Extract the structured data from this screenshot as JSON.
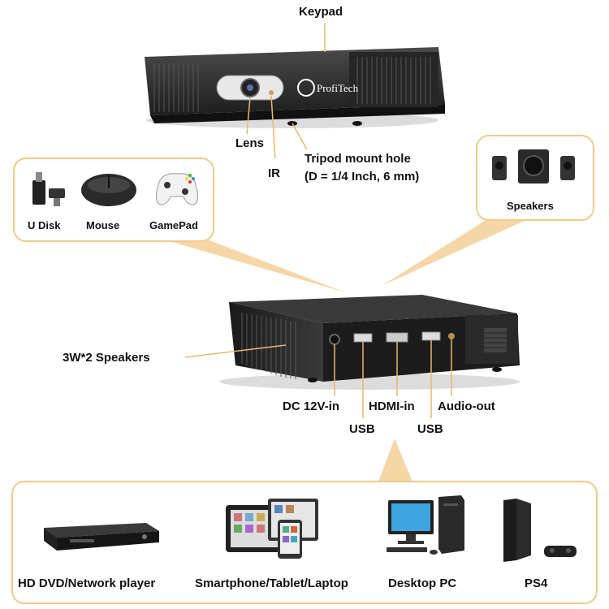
{
  "top_device": {
    "brand": "ProfiTech",
    "callouts": {
      "keypad": "Keypad",
      "lens": "Lens",
      "ir": "IR",
      "tripod_line1": "Tripod mount hole",
      "tripod_line2": "(D = 1/4 Inch, 6 mm)"
    }
  },
  "usb_peripherals": [
    {
      "label": "U Disk",
      "icon": "usb-disk-icon"
    },
    {
      "label": "Mouse",
      "icon": "mouse-icon"
    },
    {
      "label": "GamePad",
      "icon": "gamepad-icon"
    }
  ],
  "speakers_box": {
    "label": "Speakers",
    "icon": "speakers-icon"
  },
  "rear_device": {
    "side_label": "3W*2 Speakers",
    "ports": {
      "dc": "DC 12V-in",
      "usb_left": "USB",
      "hdmi": "HDMI-in",
      "usb_right": "USB",
      "audio": "Audio-out"
    }
  },
  "sources": [
    {
      "label": "HD DVD/Network player",
      "icon": "dvd-player-icon"
    },
    {
      "label": "Smartphone/Tablet/Laptop",
      "icon": "mobile-devices-icon"
    },
    {
      "label": "Desktop PC",
      "icon": "desktop-pc-icon"
    },
    {
      "label": "PS4",
      "icon": "ps4-icon"
    }
  ],
  "colors": {
    "accent": "#f3c98c",
    "device": "#2a2a2a"
  }
}
